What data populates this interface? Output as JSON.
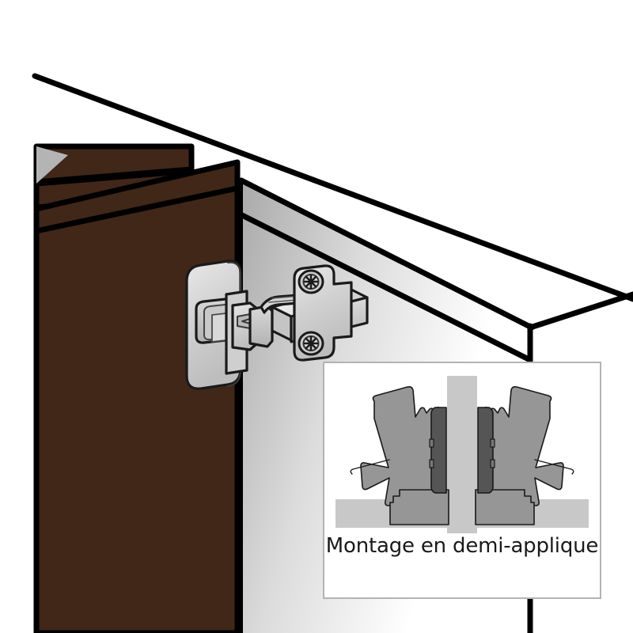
{
  "figure": {
    "kind": "technical-illustration",
    "subject": "concealed cabinet hinge mounting diagram",
    "background_color": "#ffffff"
  },
  "main_view": {
    "name": "perspective-cutaway-of-cabinet-with-hinge",
    "door": {
      "label": "cabinet door",
      "color": "#412718",
      "outline_color": "#000000",
      "second_door_label": "adjacent cabinet door"
    },
    "carcass": {
      "label": "cabinet carcass",
      "side_panel_color_near": "#b4b4b4",
      "side_panel_color_far": "#ffffff",
      "top_panel_color": "#ffffff",
      "outline_color": "#000000"
    },
    "hinge": {
      "label": "concealed hinge",
      "body_color": "#d4d4d4",
      "outline_color": "#000000",
      "parts": [
        "hinge-cup",
        "hinge-arm",
        "mounting-plate",
        "adjustment-screw-upper",
        "adjustment-screw-lower"
      ]
    }
  },
  "inset": {
    "name": "cross-section-detail",
    "caption": "Montage en demi-applique",
    "border_color": "#b3b3b3",
    "background_color": "#ffffff",
    "colors": {
      "hinge_body": "#969696",
      "hinge_arm_dark": "#555555",
      "panel": "#c8c8c8",
      "door": "#c8c8c8",
      "outline": "#1a1a1a"
    },
    "parts": [
      "left-hinge-cup-section",
      "right-hinge-cup-section",
      "center-partition-panel",
      "left-door-section",
      "right-door-section"
    ]
  }
}
